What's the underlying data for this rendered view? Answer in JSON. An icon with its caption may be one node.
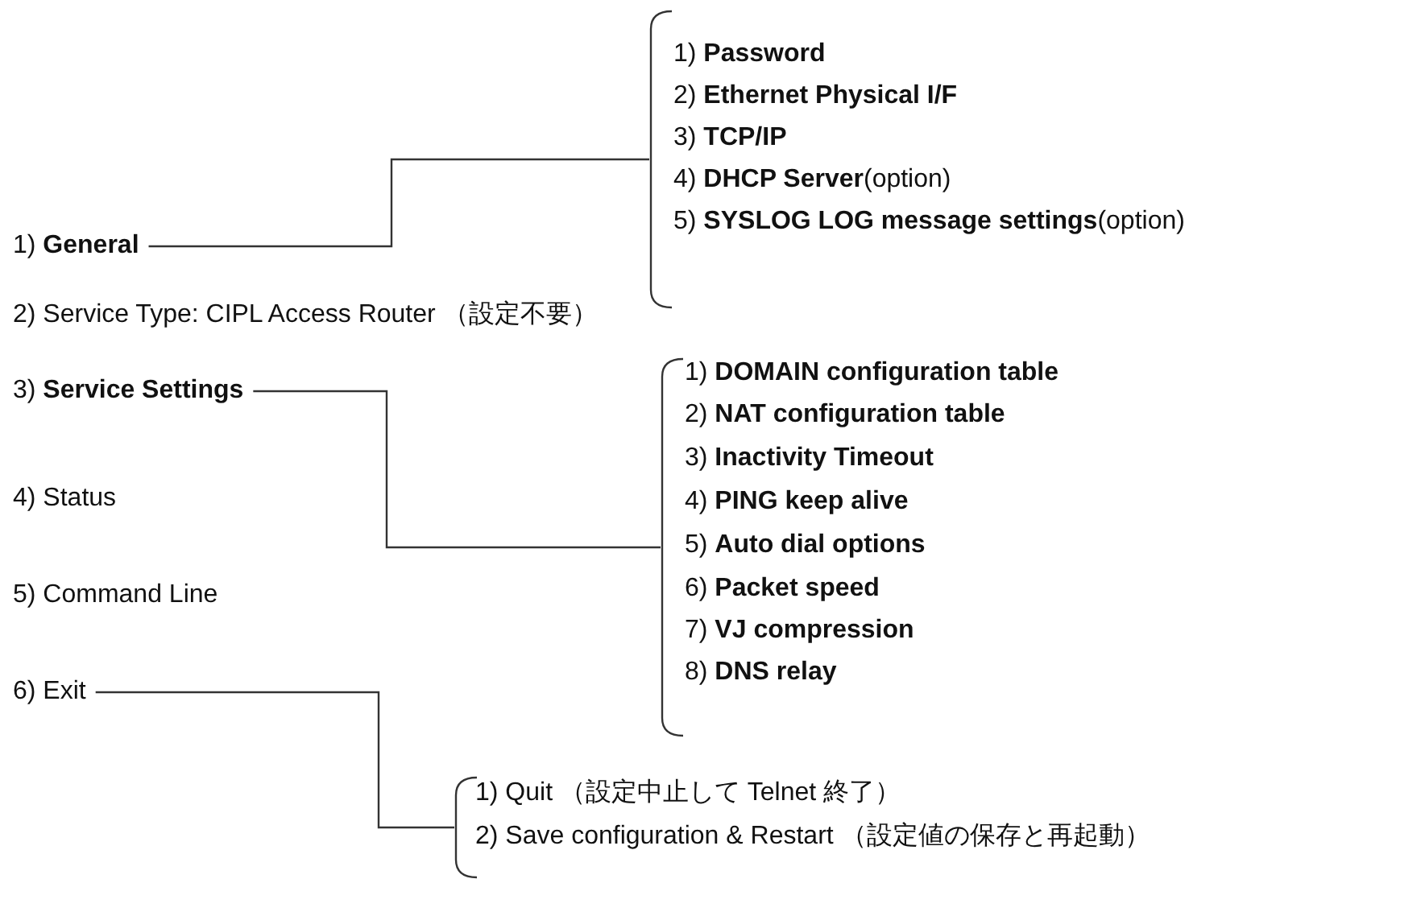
{
  "diagram": {
    "nodes": [
      {
        "text": [
          "1) **General**"
        ]
      },
      {
        "text": [],
        "shape": "bracket"
      },
      {
        "text": [
          "1) **Password**"
        ],
        "in": 1
      },
      {
        "text": [
          "2) **Ethernet Physical I/F**"
        ],
        "in": 1
      },
      {
        "text": [
          "3) **TCP/IP**"
        ],
        "in": 1
      },
      {
        "text": [
          "4) **DHCP Server**(option)"
        ],
        "in": 1
      },
      {
        "text": [
          "5) **SYSLOG LOG message settings**(option)"
        ],
        "in": 1
      },
      {
        "text": [
          "3) **Service Settings**"
        ]
      },
      {
        "text": [],
        "shape": "bracket"
      },
      {
        "text": [
          "1) **DOMAIN configuration table**"
        ],
        "in": 8
      },
      {
        "text": [
          "2) **NAT configuration table**"
        ],
        "in": 8
      },
      {
        "text": [
          "3) **Inactivity Timeout**"
        ],
        "in": 8
      },
      {
        "text": [
          "4) **PING keep alive**"
        ],
        "in": 8
      },
      {
        "text": [
          "5) **Auto dial options**"
        ],
        "in": 8
      },
      {
        "text": [
          "6) **Packet speed**"
        ],
        "in": 8
      },
      {
        "text": [
          "7) **VJ compression**"
        ],
        "in": 8
      },
      {
        "text": [
          "8) **DNS relay**"
        ],
        "in": 8
      },
      {
        "text": [
          "6) Exit"
        ]
      },
      {
        "text": [],
        "shape": "bracket"
      },
      {
        "text": [
          "1) Quit （設定中止して Telnet 終了）"
        ],
        "in": 18
      },
      {
        "text": [
          "2) Save configuration & Restart （設定値の保存と再起動）"
        ],
        "in": 18
      }
    ],
    "edges": [
      {
        "from": 0,
        "to": 1,
        "arrow": "none"
      },
      {
        "from": 7,
        "to": 8,
        "arrow": "none"
      },
      {
        "from": 17,
        "to": 18,
        "arrow": "none"
      }
    ],
    "labels": [
      "2) Service Type: CIPL Access Router （設定不要）",
      "4) Status",
      "5) Command Line"
    ]
  }
}
